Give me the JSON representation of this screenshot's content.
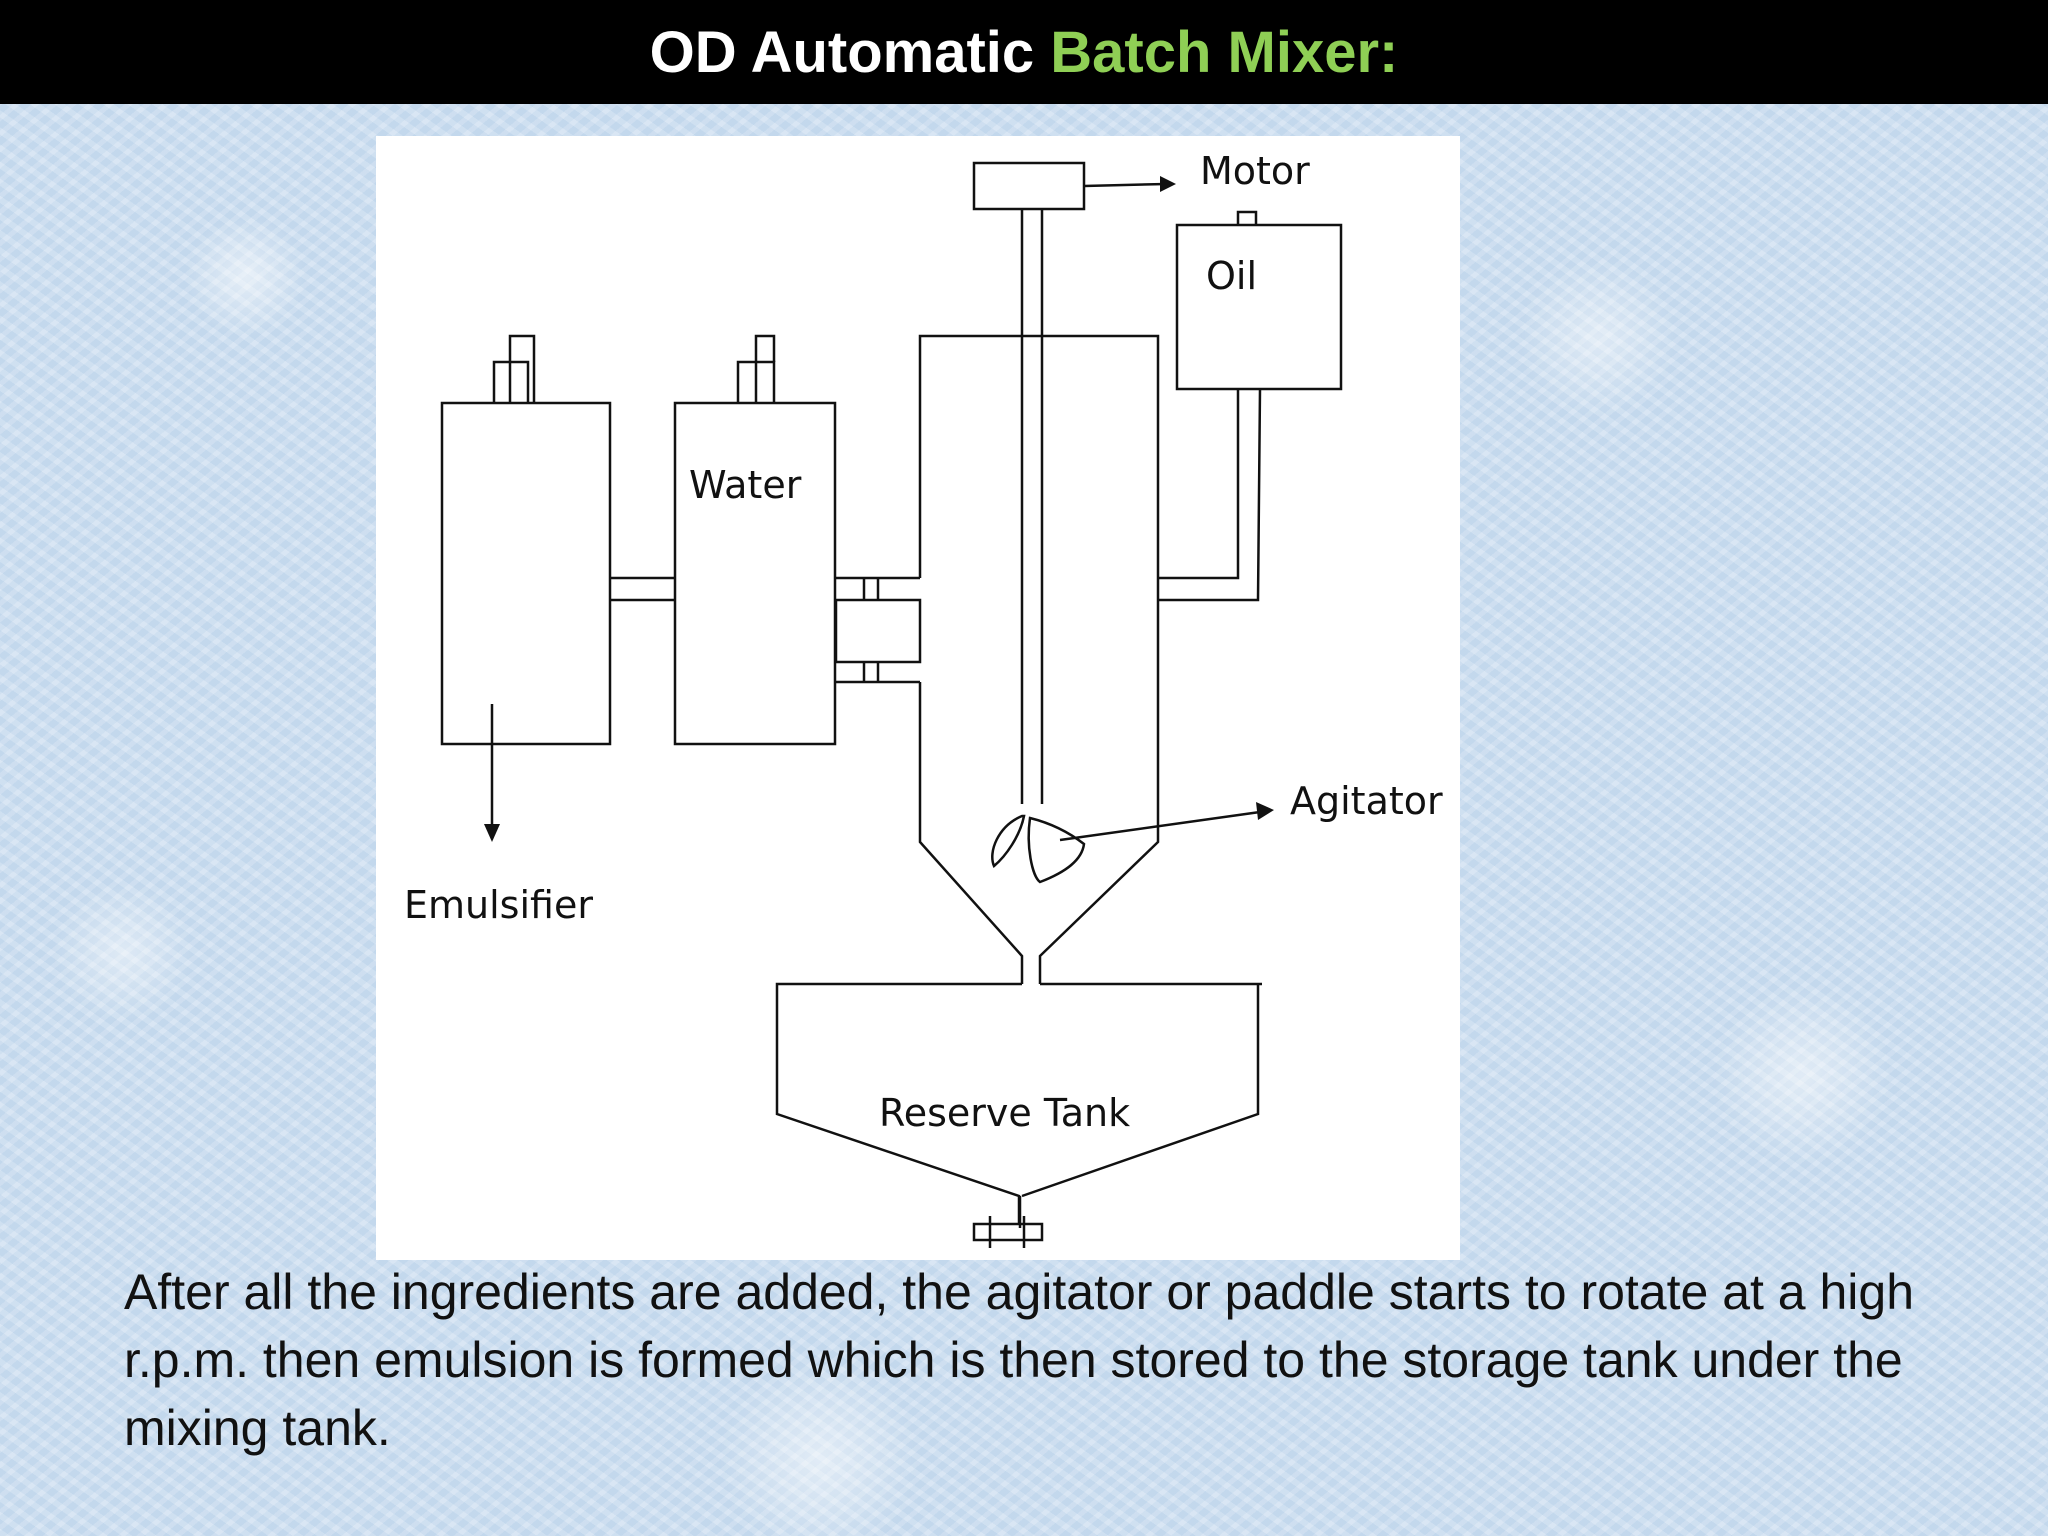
{
  "header": {
    "title_main": "OD Automatic",
    "title_accent": "Batch Mixer:",
    "accent_color": "#8fcf55",
    "background_color": "#000000"
  },
  "diagram": {
    "labels": {
      "motor": "Motor",
      "oil": "Oil",
      "water": "Water",
      "agitator": "Agitator",
      "emulsifier": "Emulsifier",
      "reserve_tank": "Reserve Tank"
    }
  },
  "body": {
    "paragraph": "After all the ingredients are added, the agitator or paddle starts to rotate at a high r.p.m. then emulsion is formed which is then stored to the storage tank under the mixing tank."
  }
}
